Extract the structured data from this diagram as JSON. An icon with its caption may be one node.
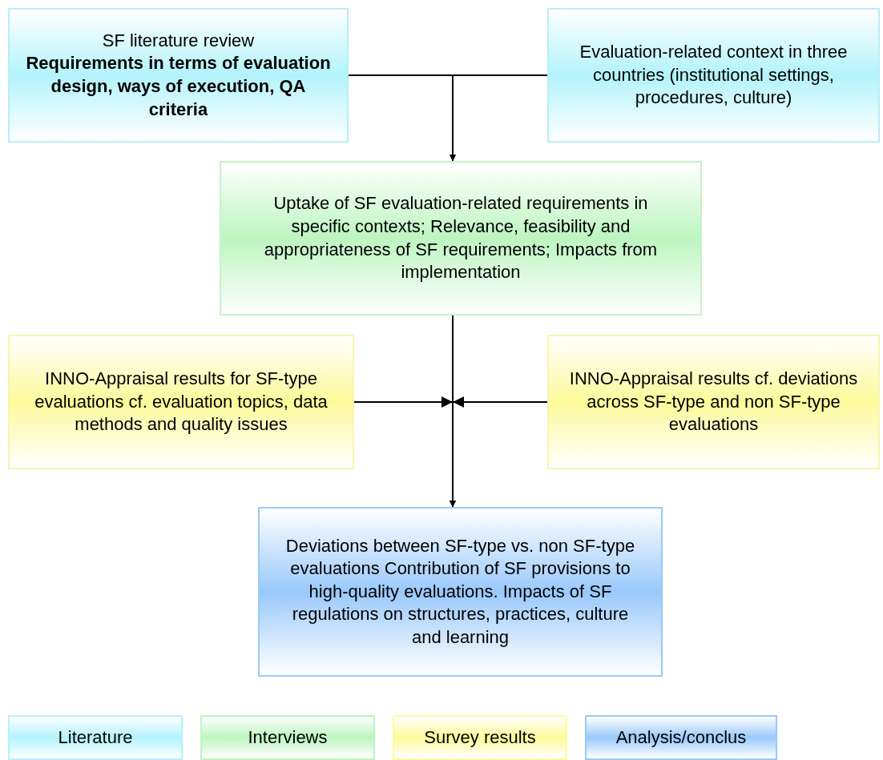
{
  "diagram": {
    "nodes": [
      {
        "text": [
          "SF literature review",
          "Requirements in terms of evaluation design, ways of execution, QA criteria"
        ]
      },
      {
        "text": [
          "Evaluation-related context in three countries (institutional settings, procedures, culture)"
        ]
      },
      {
        "text": [
          "Uptake of SF evaluation-related requirements in specific contexts; Relevance, feasibility and appropriateness of SF requirements; Impacts from implementation"
        ]
      },
      {
        "text": [
          "INNO-Appraisal results for SF-type evaluations cf. evaluation topics, data methods and quality issues"
        ]
      },
      {
        "text": [
          "INNO-Appraisal results cf. deviations across SF-type and non SF-type evaluations"
        ]
      },
      {
        "text": [
          "Deviations between SF-type vs. non SF-type evaluations Contribution of SF provisions to high-quality evaluations. Impacts of SF regulations on structures, practices, culture and learning"
        ]
      }
    ],
    "edges": [
      {
        "from": 0,
        "to": 2,
        "arrow": "to"
      },
      {
        "from": 1,
        "to": 2,
        "arrow": "to"
      },
      {
        "from": 2,
        "to": 5,
        "arrow": "to"
      },
      {
        "from": 3,
        "to": 5,
        "arrow": "to"
      },
      {
        "from": 4,
        "to": 5,
        "arrow": "to"
      }
    ],
    "legend": [
      {
        "text": "Literature",
        "color": "#b3f3fc"
      },
      {
        "text": "Interviews",
        "color": "#bdf5c0"
      },
      {
        "text": "Survey results",
        "color": "#fdfa9a"
      },
      {
        "text": "Analysis/conclus",
        "color": "#99c9fb"
      }
    ]
  }
}
